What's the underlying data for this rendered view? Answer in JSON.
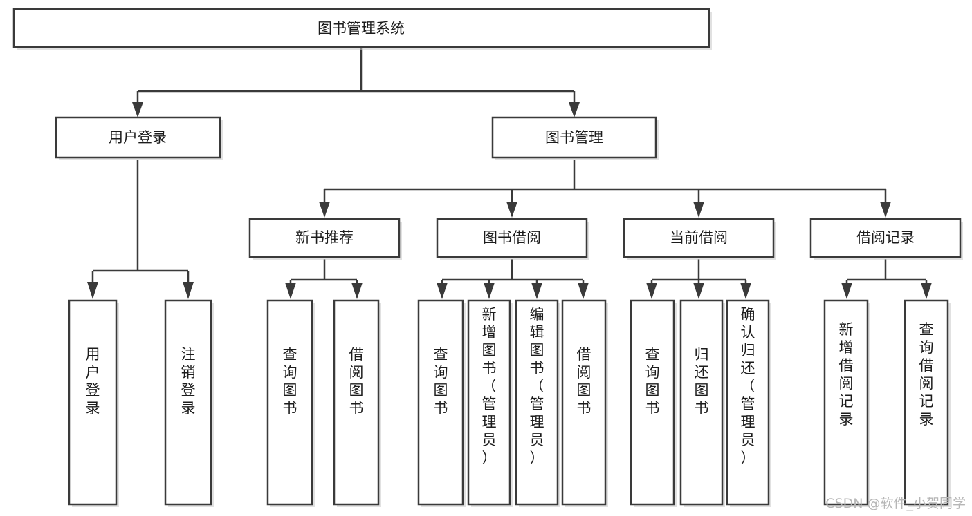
{
  "diagram": {
    "title": "图书管理系统",
    "type": "tree-hierarchy",
    "root": {
      "id": "root",
      "label": "图书管理系统"
    },
    "level2": [
      {
        "id": "user-login",
        "label": "用户登录"
      },
      {
        "id": "book-management",
        "label": "图书管理"
      }
    ],
    "level3": [
      {
        "id": "new-book-recommend",
        "label": "新书推荐",
        "parent": "book-management"
      },
      {
        "id": "book-borrow",
        "label": "图书借阅",
        "parent": "book-management"
      },
      {
        "id": "current-borrow",
        "label": "当前借阅",
        "parent": "book-management"
      },
      {
        "id": "borrow-record",
        "label": "借阅记录",
        "parent": "book-management"
      }
    ],
    "leaves": [
      {
        "id": "leaf-user-login",
        "label": "用户登录",
        "parent": "user-login"
      },
      {
        "id": "leaf-logout",
        "label": "注销登录",
        "parent": "user-login"
      },
      {
        "id": "leaf-query-book-1",
        "label": "查询图书",
        "parent": "new-book-recommend"
      },
      {
        "id": "leaf-borrow-book-1",
        "label": "借阅图书",
        "parent": "new-book-recommend"
      },
      {
        "id": "leaf-query-book-2",
        "label": "查询图书",
        "parent": "book-borrow"
      },
      {
        "id": "leaf-add-book",
        "label": "新增图书（管理员）",
        "parent": "book-borrow"
      },
      {
        "id": "leaf-edit-book",
        "label": "编辑图书（管理员）",
        "parent": "book-borrow"
      },
      {
        "id": "leaf-borrow-book-2",
        "label": "借阅图书",
        "parent": "book-borrow"
      },
      {
        "id": "leaf-query-book-3",
        "label": "查询图书",
        "parent": "current-borrow"
      },
      {
        "id": "leaf-return-book",
        "label": "归还图书",
        "parent": "current-borrow"
      },
      {
        "id": "leaf-confirm-return",
        "label": "确认归还（管理员）",
        "parent": "current-borrow"
      },
      {
        "id": "leaf-add-record",
        "label": "新增借阅记录",
        "parent": "borrow-record"
      },
      {
        "id": "leaf-query-record",
        "label": "查询借阅记录",
        "parent": "borrow-record"
      }
    ],
    "watermark": "CSDN @软件_小贺同学",
    "colors": {
      "stroke": "#3a3a3a",
      "fill": "#ffffff",
      "text": "#1c1c1c",
      "watermark": "#b6b6b6"
    }
  }
}
